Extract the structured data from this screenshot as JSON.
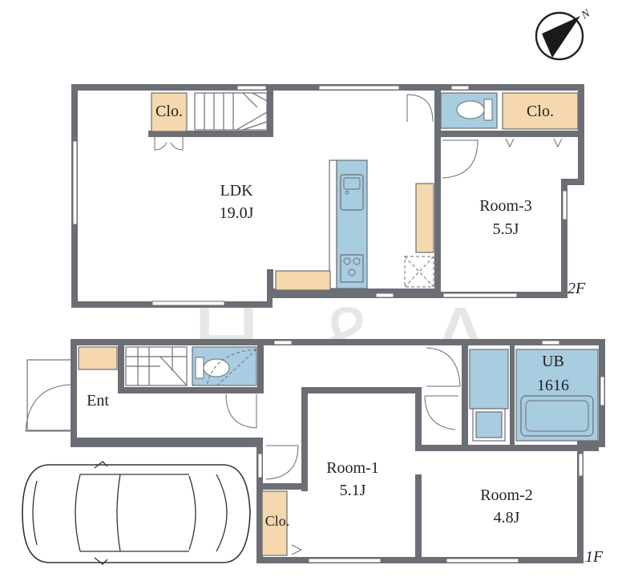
{
  "watermark": "H & A",
  "compass": {
    "label": "N"
  },
  "floor2": {
    "floor_label": "2F",
    "ldk": {
      "name": "LDK",
      "size": "19.0J"
    },
    "room3": {
      "name": "Room-3",
      "size": "5.5J"
    },
    "closet_a": "Clo.",
    "closet_b": "Clo."
  },
  "floor1": {
    "floor_label": "1F",
    "entrance": "Ent",
    "bath": {
      "name": "UB",
      "size": "1616"
    },
    "room1": {
      "name": "Room-1",
      "size": "5.1J"
    },
    "room2": {
      "name": "Room-2",
      "size": "4.8J"
    },
    "closet": "Clo."
  },
  "colors": {
    "wall": "#6b6e74",
    "closet": "#f5d8ae",
    "fixture": "#a8cce0"
  }
}
